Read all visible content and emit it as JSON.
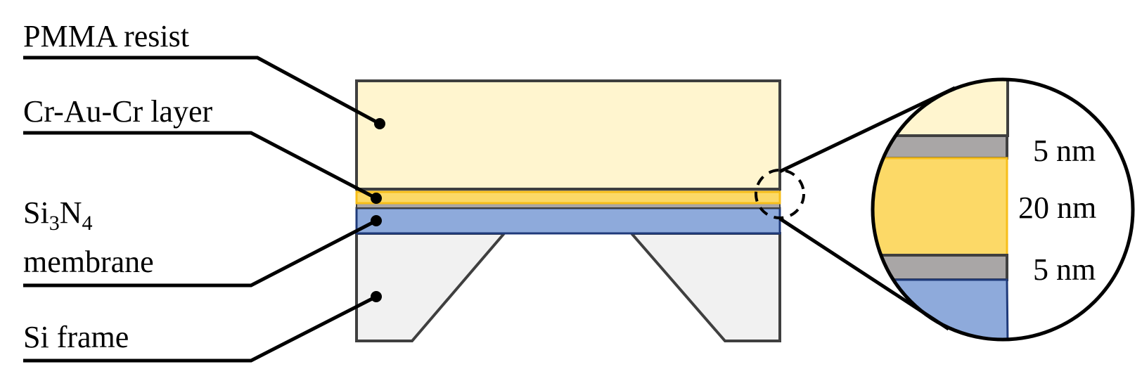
{
  "labels": {
    "pmma": "PMMA resist",
    "cr_au_cr": "Cr-Au-Cr layer",
    "sin_main": "Si",
    "sin_sub1": "3",
    "sin_mid": "N",
    "sin_sub2": "4",
    "membrane": "membrane",
    "si_frame": "Si frame"
  },
  "zoom_thicknesses": {
    "top_cr": "5 nm",
    "au": "20 nm",
    "bottom_cr": "5 nm"
  },
  "colors": {
    "pmma": "#fff5cf",
    "gold": "#fcd967",
    "gold_edge": "#f7be1a",
    "chromium": "#a9a6a6",
    "nitride": "#8eaadb",
    "nitride_edge": "#1f3a7a",
    "silicon": "#f1f1f1",
    "outline": "#3f3f3f"
  }
}
